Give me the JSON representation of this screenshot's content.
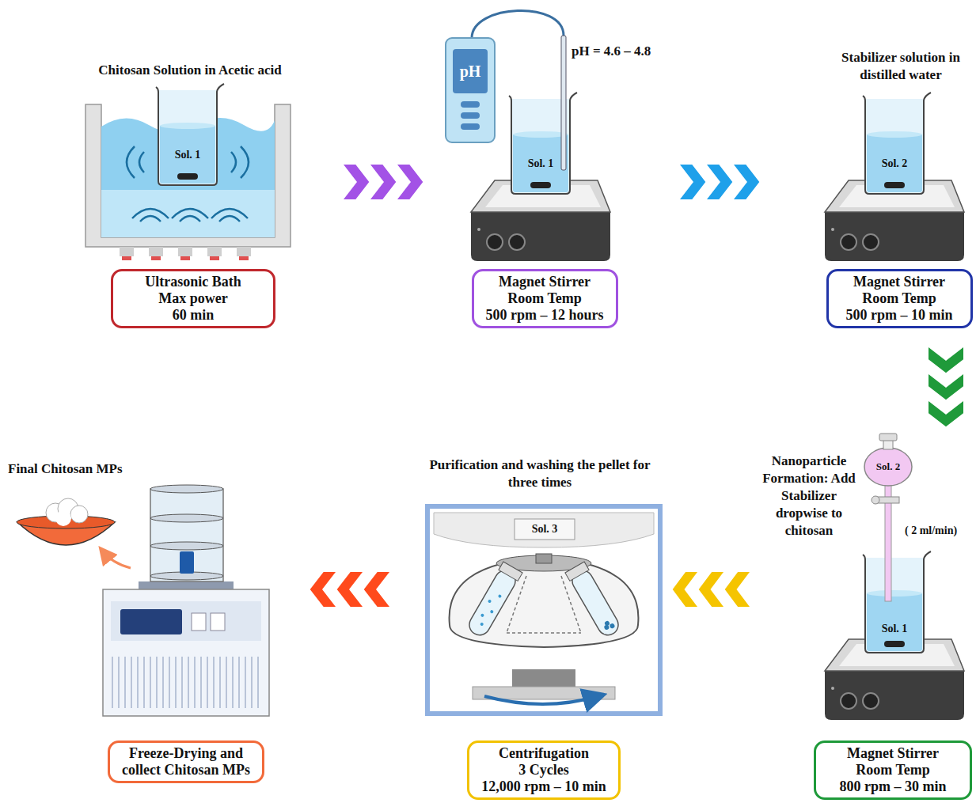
{
  "diagram": {
    "nodes": [
      {
        "text": [
          "Chitosan Solution in Acetic acid",
          "Ultrasonic Bath",
          "Max power",
          "60 min"
        ]
      },
      {
        "text": [
          "Magnet Stirrer",
          "Room Temp",
          "500 rpm – 12 hours"
        ]
      },
      {
        "text": [
          "Stabilizer solution in distilled water",
          "Magnet Stirrer",
          "Room Temp",
          "500 rpm – 10 min"
        ]
      },
      {
        "text": [
          "Final Chitosan MPs",
          "Freeze-Drying and",
          "collect Chitosan MPs"
        ]
      },
      {
        "text": [
          "Purification and washing the pellet for three times",
          "Centrifugation",
          "3 Cycles",
          "12,000 rpm – 10 min"
        ]
      },
      {
        "text": [
          "Nanoparticle Formation: Add Stabilizer dropwise to chitosan",
          "Magnet Stirrer",
          "Room Temp",
          "800 rpm – 30 min"
        ]
      }
    ],
    "edges": [
      {
        "from": 0,
        "to": 1,
        "arrow": "to"
      },
      {
        "from": 1,
        "to": 2,
        "arrow": "to"
      },
      {
        "from": 2,
        "to": 5,
        "arrow": "to"
      },
      {
        "from": 5,
        "to": 4,
        "arrow": "to"
      },
      {
        "from": 4,
        "to": 3,
        "arrow": "to"
      }
    ],
    "labels": [
      "Sol. 1",
      "pH",
      "pH = 4.6 – 4.8",
      "Sol. 1",
      "Sol. 2",
      "Sol. 2",
      "( 2 ml/min)",
      "Sol. 3",
      "Sol. 1"
    ]
  }
}
